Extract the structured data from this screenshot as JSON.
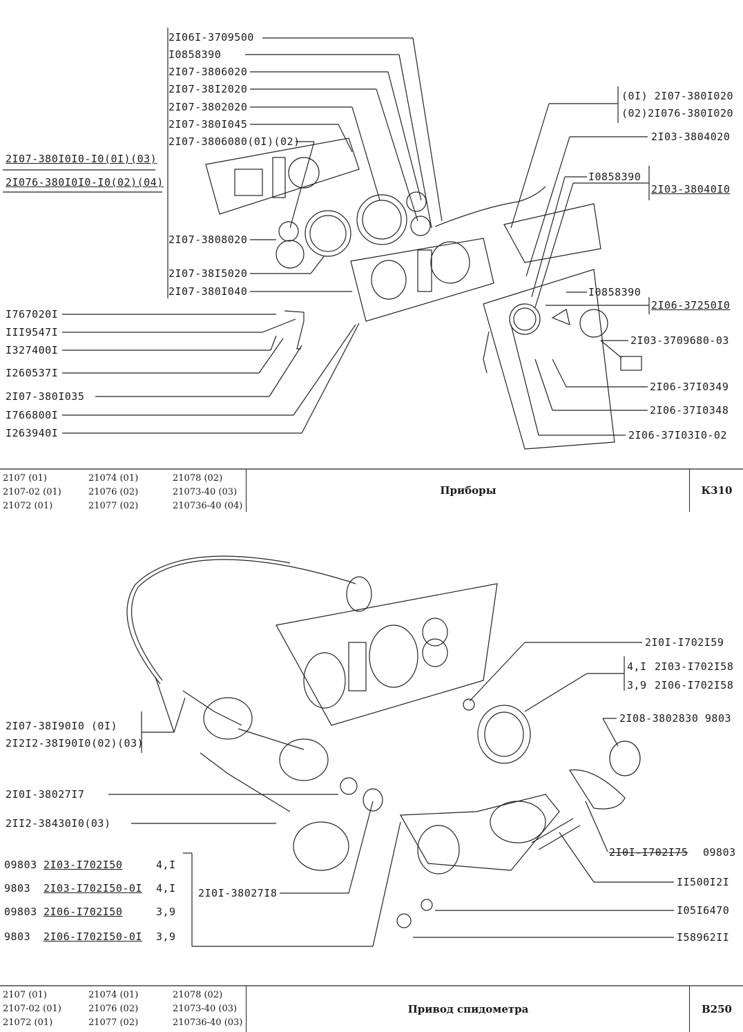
{
  "sheet1": {
    "labels": {
      "l1": "2I06I-3709500",
      "l2": "I0858390",
      "l3": "2I07-3806020",
      "l4": "2I07-38I2020",
      "l5": "2I07-3802020",
      "l6": "2I07-380I045",
      "l7": "2I07-3806080(0I)(02)",
      "l8": "2I07-380I0I0-I0(0I)(03)",
      "l9": "2I076-380I0I0-I0(02)(04)",
      "l10": "2I07-3808020",
      "l11": "2I07-38I5020",
      "l12": "2I07-380I040",
      "l13": "I767020I",
      "l14": "III9547I",
      "l15": "I327400I",
      "l16": "I260537I",
      "l17": "2I07-380I035",
      "l18": "I766800I",
      "l19": "I263940I",
      "r1": "(0I) 2I07-380I020",
      "r2": "(02)2I076-380I020",
      "r3": "2I03-3804020",
      "r4": "I0858390",
      "r5": "2I03-38040I0",
      "r6": "I0858390",
      "r7": "2I06-37250I0",
      "r8": "2I03-3709680-03",
      "r9": "2I06-37I0349",
      "r10": "2I06-37I0348",
      "r11": "2I06-37I03I0-02"
    },
    "footer": {
      "models": [
        "2107 (01)",
        "21074 (01)",
        "21078 (02)",
        "2107-02 (01)",
        "21076 (02)",
        "21073-40 (03)",
        "21072 (01)",
        "21077 (02)",
        "210736-40 (04)"
      ],
      "title": "Приборы",
      "code": "К310"
    }
  },
  "sheet2": {
    "labels": {
      "r1": "2I0I-I702I59",
      "r2a": "4,I",
      "r2b": "2I03-I702I58",
      "r3a": "3,9",
      "r3b": "2I06-I702I58",
      "r4": "2I08-3802830 9803",
      "r5a": "2I0I-I702I75",
      "r5b": "09803",
      "r6": "II500I2I",
      "r7": "I05I6470",
      "r8": "I58962II",
      "l1": "2I07-38I90I0 (0I)",
      "l2": "2I2I2-38I90I0(02)(03)",
      "l3": "2I0I-38027I7",
      "l4": "2II2-38430I0(03)",
      "l5": "2I0I-38027I8",
      "t1a": "09803",
      "t1b": "2I03-I702I50",
      "t1c": "4,I",
      "t2a": "9803",
      "t2b": "2I03-I702I50-0I",
      "t2c": "4,I",
      "t3a": "09803",
      "t3b": "2I06-I702I50",
      "t3c": "3,9",
      "t4a": "9803",
      "t4b": "2I06-I702I50-0I",
      "t4c": "3,9"
    },
    "footer": {
      "models": [
        "2107 (01)",
        "21074 (01)",
        "21078 (02)",
        "2107-02 (01)",
        "21076 (02)",
        "21073-40 (03)",
        "21072 (01)",
        "21077 (02)",
        "210736-40 (03)"
      ],
      "title": "Привод спидометра",
      "code": "В250"
    }
  }
}
